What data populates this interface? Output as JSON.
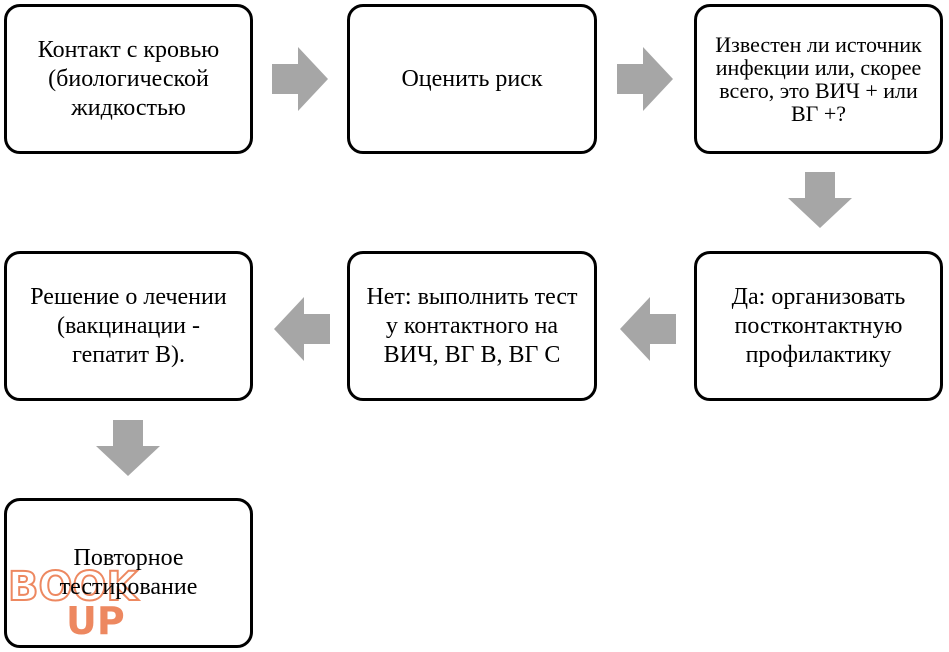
{
  "nodes": {
    "contact": "Контакт с кровью (биологической жидкостью",
    "assess": "Оценить риск",
    "source_known": "Известен ли источник инфекции или, скорее всего, это ВИЧ + или ВГ +?",
    "yes_pep": "Да: организовать постконтактную профилактику",
    "no_test": "Нет: выполнить тест у контактного на ВИЧ, ВГ В, ВГ С",
    "treatment": "Решение о лечении (вакцинации - гепатит В).",
    "retest": "Повторное тестирование"
  },
  "watermark": {
    "line1": "BOOK",
    "line2": "UP"
  },
  "colors": {
    "arrow": "#a6a6a6",
    "border": "#000000",
    "watermark": "#e8612c"
  }
}
